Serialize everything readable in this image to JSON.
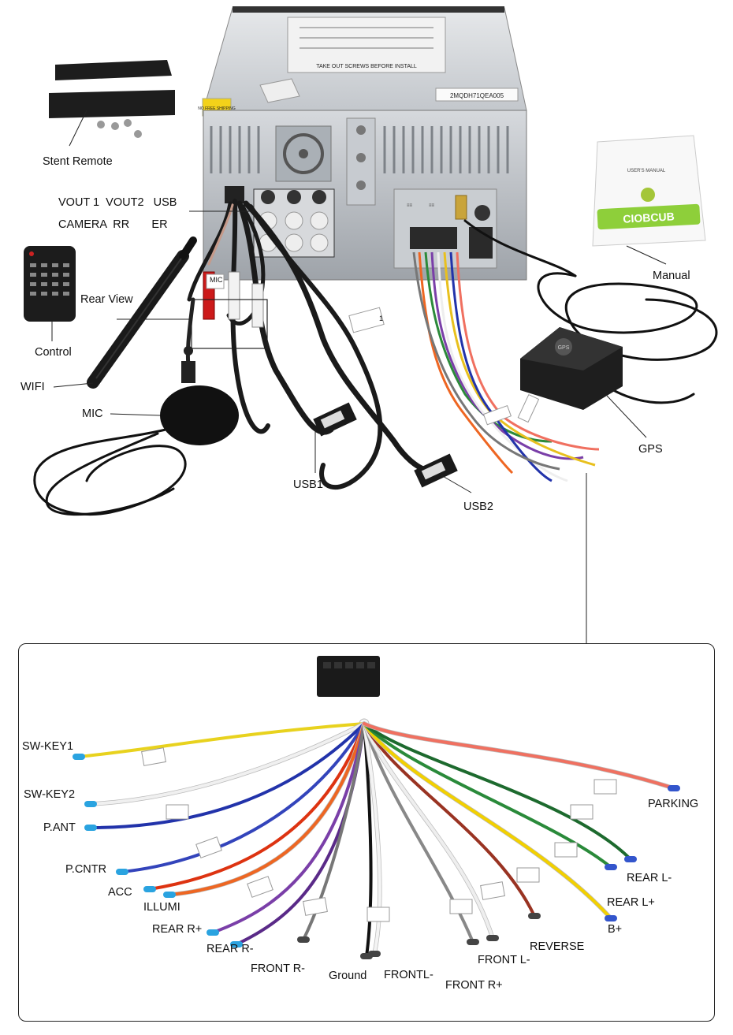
{
  "unit": {
    "sticker": "2MQDH71QEA005",
    "warning_text": "TAKE OUT SCREWS BEFORE INSTALL",
    "label_corner": "NO FREE SHIPPING"
  },
  "manual": {
    "title": "USER'S MANUAL",
    "brand": "CIOBCUB"
  },
  "gps_module": {
    "badge": "GPS"
  },
  "tag_texts": [
    "MIC",
    "1"
  ],
  "labels": {
    "stent_remote": "Stent Remote",
    "vout_row": "VOUT 1  VOUT2   USB",
    "camera_row": "CAMERA  RR       ER",
    "rear_view": "Rear View",
    "control": "Control",
    "wifi": "WIFI",
    "mic": "MIC",
    "usb1": "USB1",
    "usb2": "USB2",
    "manual": "Manual",
    "gps": "GPS"
  },
  "harness": {
    "left": [
      {
        "label": "SW-KEY1",
        "color": "#e8d21e"
      },
      {
        "label": "SW-KEY2",
        "color": "#f0f0f0"
      },
      {
        "label": "P.ANT",
        "color": "#2233aa"
      },
      {
        "label": "P.CNTR",
        "color": "#3344bb"
      },
      {
        "label": "ACC",
        "color": "#dd3311"
      },
      {
        "label": "ILLUMI",
        "color": "#ee6622"
      },
      {
        "label": "REAR R+",
        "color": "#7a3fa8"
      },
      {
        "label": "REAR R-",
        "color": "#5a2a88"
      }
    ],
    "bottom": [
      {
        "label": "FRONT R-",
        "color": "#777777"
      },
      {
        "label": "Ground",
        "color": "#111111"
      },
      {
        "label": "FRONTL-",
        "color": "#f4f4f4"
      },
      {
        "label": "FRONT R+",
        "color": "#888888"
      },
      {
        "label": "FRONT L-",
        "color": "#eeeeee"
      },
      {
        "label": "REVERSE",
        "color": "#993322"
      }
    ],
    "right": [
      {
        "label": "B+",
        "color": "#f2d000"
      },
      {
        "label": "REAR L+",
        "color": "#2a8a3a"
      },
      {
        "label": "REAR L-",
        "color": "#1d6a2e"
      },
      {
        "label": "PARKING",
        "color": "#f07060"
      }
    ]
  },
  "colors": {
    "outline": "#222222",
    "metal": "#b8bcc2",
    "cable": "#1a1a1a"
  }
}
